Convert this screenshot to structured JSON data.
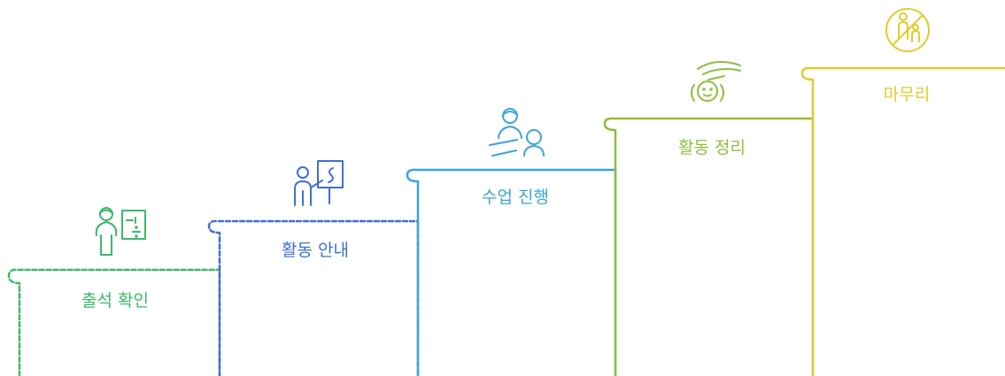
{
  "steps": [
    {
      "label": "출석 확인",
      "color": "#3bb86b",
      "icon": "teacher-checklist-icon",
      "dashed": true
    },
    {
      "label": "활동 안내",
      "color": "#3f6fd6",
      "icon": "presenter-board-icon",
      "dashed": true
    },
    {
      "label": "수업 진행",
      "color": "#3aa5dc",
      "icon": "teacher-student-icon",
      "dashed": false
    },
    {
      "label": "활동 정리",
      "color": "#8fbe3c",
      "icon": "hand-over-child-icon",
      "dashed": false
    },
    {
      "label": "마무리",
      "color": "#e2cc2c",
      "icon": "no-adult-child-icon",
      "dashed": false
    }
  ]
}
